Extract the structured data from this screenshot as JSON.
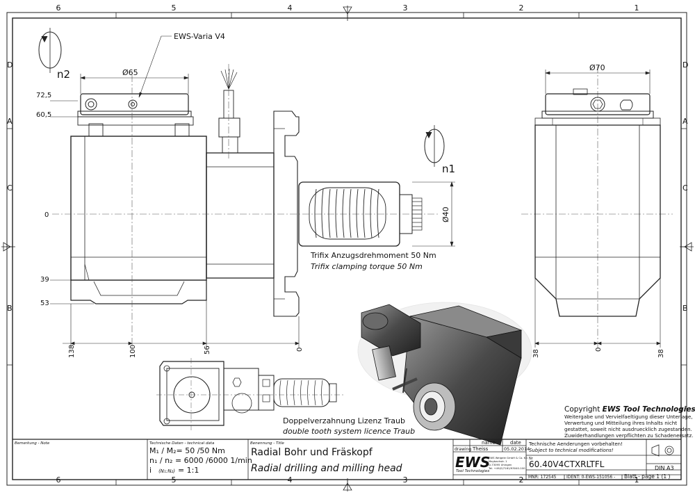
{
  "frame": {
    "columns": [
      "6",
      "5",
      "4",
      "3",
      "2",
      "1"
    ],
    "rows": [
      "D",
      "C",
      "B",
      "A"
    ]
  },
  "views": {
    "label_varia": "EWS-Varia V4",
    "label_n2": "n2",
    "label_n1": "n1",
    "dim_d65": "Ø65",
    "dim_d70": "Ø70",
    "dim_d40": "Ø40",
    "dim_72_5": "72,5",
    "dim_60_5": "60,5",
    "dim_0": "0",
    "dim_39": "39",
    "dim_53": "53",
    "dim_138": "138",
    "dim_100": "100",
    "dim_56": "56",
    "dim_38": "38",
    "trifix_de": "Trifix Anzugsdrehmoment  50 Nm",
    "trifix_en": "Trifix clamping torque  50 Nm",
    "doppel_de": "Doppelverzahnung Lizenz Traub",
    "doppel_en": "double tooth system licence Traub"
  },
  "copyright": {
    "title_prefix": "Copyright ",
    "title_brand": "EWS Tool Technologies",
    "lines": [
      "Weitergabe und Vervielfaeltigung dieser Unterlage,",
      "Verwertung und Mitteilung ihres Inhalts nicht",
      "gestattet, soweit nicht ausdruecklich zugestanden.",
      "Zuwiderhandlungen verpflichten zu Schadenersatz."
    ]
  },
  "title_block": {
    "bemerkung": "Bemerkung - Note",
    "tech_label": "Technische Daten - technical data",
    "m_line": "M₁ / M₂= 50  /50  Nm",
    "n_line": "n₁ / n₂ = 6000 /6000  1/min",
    "i_prefix": "i",
    "i_small": "(N₁:N₂)",
    "i_value": "= 1:1",
    "benennung": "Benennung - Title",
    "title_de": "Radial Bohr und Fräskopf",
    "title_en": "Radial drilling and milling head",
    "col_name": "name",
    "col_date": "date",
    "row_drawing": "drawing",
    "drawn_by": "Theiss",
    "drawn_date": "05.02.2014",
    "logo": "EWS",
    "logo_sub": "Tool Technologies",
    "company_lines": [
      "EWS Weigele GmbH & Co. KG",
      "Maybachstr. 1",
      "D-73095 Uhingen",
      "Tel. +49(0)7161/93040-100"
    ],
    "changes_de": "Technische Aenderungen vorbehalten!",
    "changes_en": "Subject to technical modifications!",
    "nr_label": "Nr",
    "part_no": "60.40V4CTXRLTFL",
    "din": "DIN A3",
    "mnr": "MNR: 172545",
    "ident": "IDENT: 0-EWS-151056  -",
    "sheet": "Blatt - page  1 (1 )"
  }
}
